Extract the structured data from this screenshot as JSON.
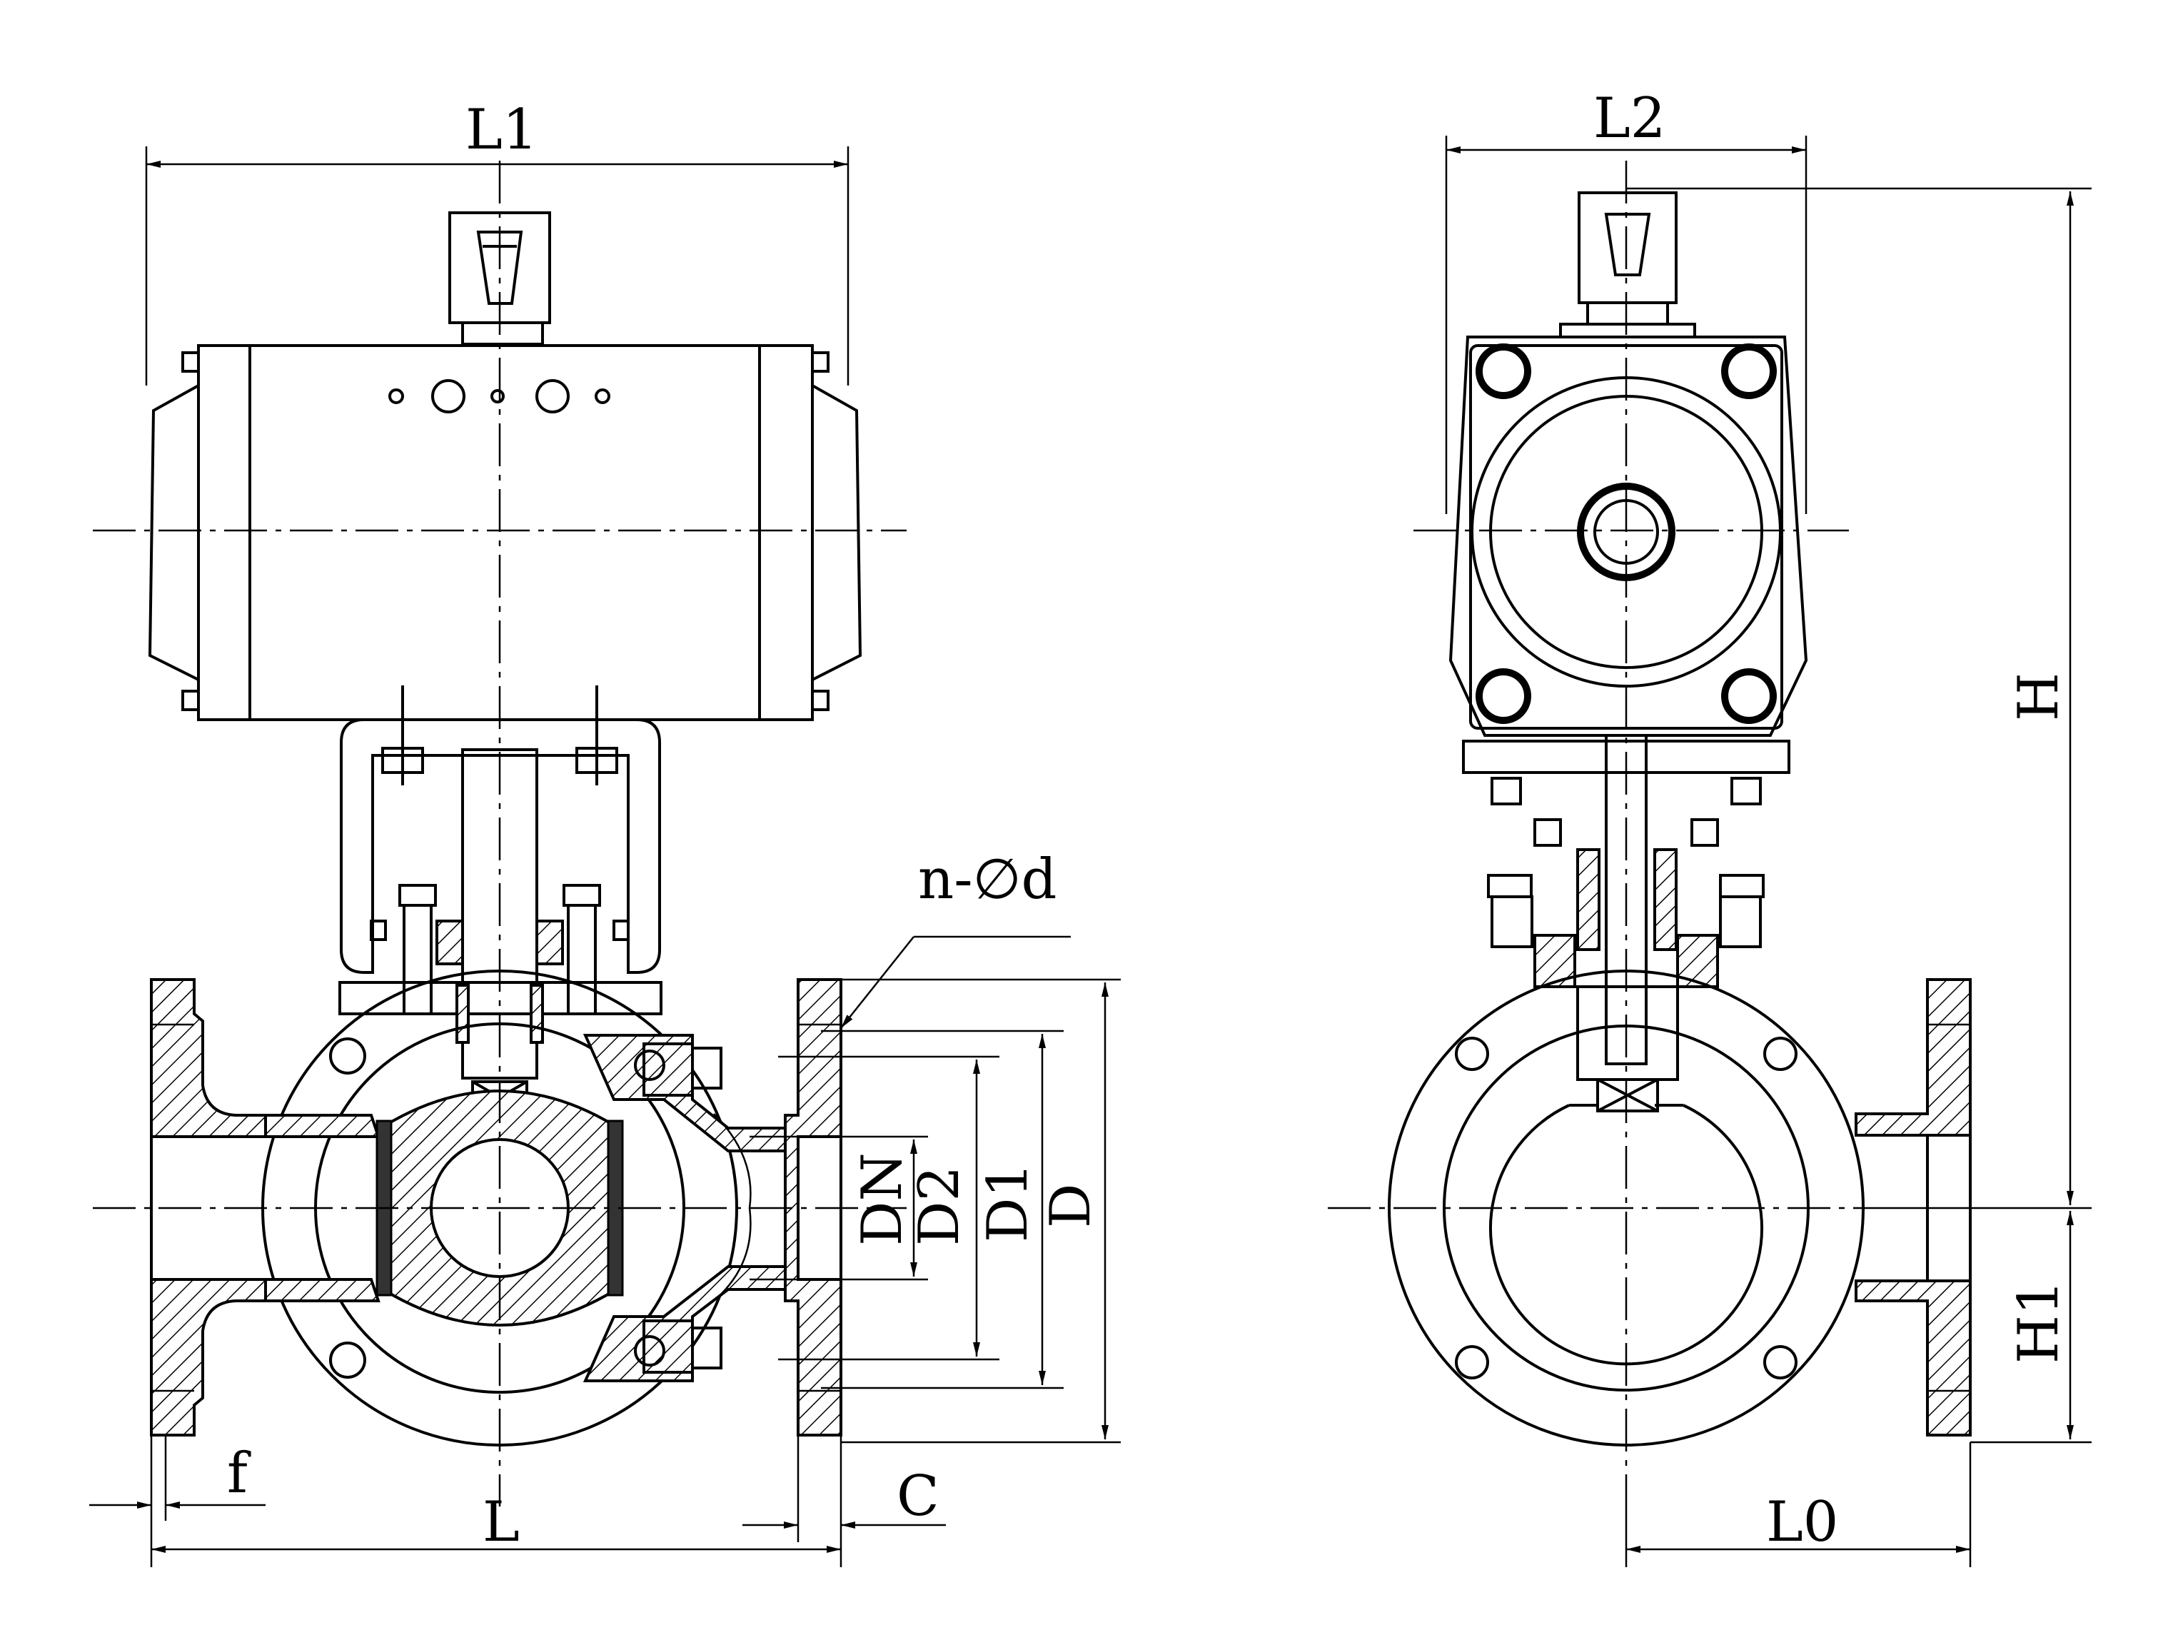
{
  "labels": {
    "L1": "L1",
    "L2": "L2",
    "H": "H",
    "H1": "H1",
    "L": "L",
    "L0": "L0",
    "f": "f",
    "C": "C",
    "DN": "DN",
    "D2": "D2",
    "D1": "D1",
    "D": "D",
    "bolts": "n-∅d"
  },
  "colors": {
    "line": "#000000",
    "background": "#ffffff"
  }
}
